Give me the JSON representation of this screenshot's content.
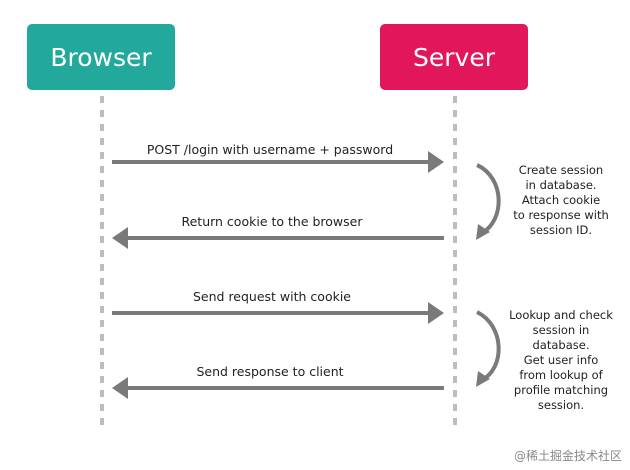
{
  "actors": {
    "browser": {
      "label": "Browser",
      "color": "#22a99c"
    },
    "server": {
      "label": "Server",
      "color": "#e1165b"
    }
  },
  "messages": [
    {
      "text": "POST /login with username + password",
      "direction": "right"
    },
    {
      "text": "Return cookie to the browser",
      "direction": "left"
    },
    {
      "text": "Send request with cookie",
      "direction": "right"
    },
    {
      "text": "Send response to client",
      "direction": "left"
    }
  ],
  "notes": [
    {
      "lines": [
        "Create session",
        "in database.",
        "Attach cookie",
        "to response with",
        "session ID."
      ]
    },
    {
      "lines": [
        "Lookup and check",
        "session in",
        "database.",
        "Get user info",
        "from lookup of",
        "profile matching",
        "session."
      ]
    }
  ],
  "colors": {
    "lifeline": "#bdbdbd",
    "arrow": "#7a7a7a"
  },
  "watermark": "@稀土掘金技术社区"
}
